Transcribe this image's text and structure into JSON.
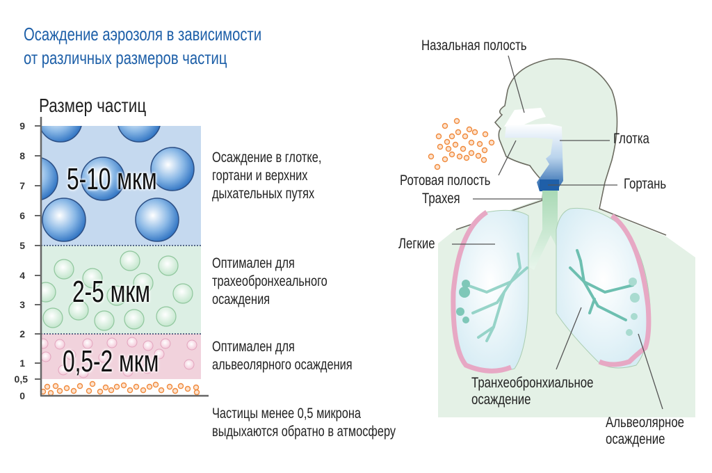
{
  "title": {
    "line1": "Осаждение аэрозоля в зависимости",
    "line2": "от различных размеров частиц"
  },
  "chart": {
    "axis_title": "Размер частиц",
    "ticks": [
      "9",
      "8",
      "7",
      "6",
      "5",
      "4",
      "3",
      "2",
      "1",
      "0,5",
      "0"
    ],
    "bands": [
      {
        "label": "5-10 мкм",
        "range": [
          5,
          10
        ],
        "color": "#c5d9ef",
        "description": [
          "Осаждение в глотке,",
          "гортани и верхних",
          "дыхательных путях"
        ]
      },
      {
        "label": "2-5 мкм",
        "range": [
          2,
          5
        ],
        "color": "#dcefe4",
        "description": [
          "Оптимален для",
          "трахеобронхеального",
          "осаждения"
        ]
      },
      {
        "label": "0,5-2 мкм",
        "range": [
          0.5,
          2
        ],
        "color": "#f1d2dc",
        "description": [
          "Оптимален для",
          "альвеолярного осаждения"
        ]
      },
      {
        "label": "",
        "range": [
          0,
          0.5
        ],
        "color": "#ffffff",
        "description": [
          "Частицы менее 0,5 микрона",
          "выдыхаются обратно в атмосферу"
        ]
      }
    ]
  },
  "anatomy": {
    "labels": {
      "nasal": "Назальная полость",
      "pharynx": "Глотка",
      "oral": "Ротовая полость",
      "larynx": "Гортань",
      "trachea": "Трахея",
      "lungs": "Легкие",
      "tracheobronchial": [
        "Транхеобронхиальное",
        "осаждение"
      ],
      "alveolar": [
        "Альвеолярное",
        "осаждение"
      ]
    },
    "colors": {
      "body": "#e4f1e6",
      "lung": "#e2f1f6",
      "lung_edge": "#e7a8c4",
      "bronchi": "#6dbfb0",
      "airway_dark": "#1f5fa8",
      "particles": "#f08a3c"
    }
  },
  "chart_data": {
    "type": "table",
    "title": "Осаждение аэрозоля в зависимости от различных размеров частиц",
    "ylabel": "Размер частиц",
    "ylim": [
      0,
      9
    ],
    "y_ticks": [
      0,
      0.5,
      1,
      2,
      3,
      4,
      5,
      6,
      7,
      8,
      9
    ],
    "categories": [
      "5-10 мкм",
      "2-5 мкм",
      "0,5-2 мкм",
      "<0,5 мкм"
    ],
    "ranges": [
      [
        5,
        10
      ],
      [
        2,
        5
      ],
      [
        0.5,
        2
      ],
      [
        0,
        0.5
      ]
    ],
    "deposition_site": [
      "Осаждение в глотке, гортани и верхних дыхательных путях",
      "Оптимален для трахеобронхеального осаждения",
      "Оптимален для альвеолярного осаждения",
      "Частицы менее 0,5 микрона выдыхаются обратно в атмосферу"
    ]
  }
}
